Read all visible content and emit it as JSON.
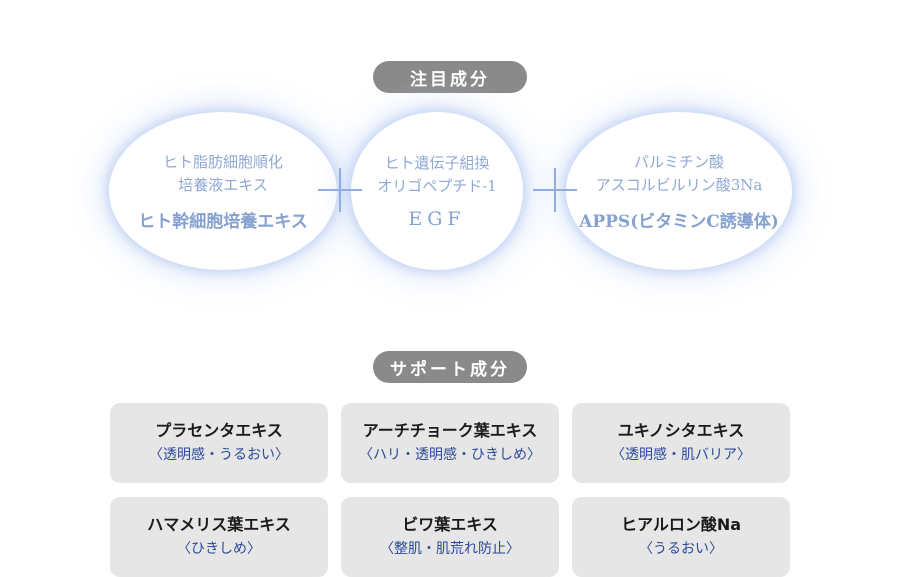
{
  "featured": {
    "label": "注目成分",
    "items": [
      {
        "line1": "ヒト脂肪細胞順化",
        "line2": "培養液エキス",
        "line3": "ヒト幹細胞培養エキス"
      },
      {
        "line1": "ヒト遺伝子組換",
        "line2": "オリゴペプチド-1",
        "line3": "EGF"
      },
      {
        "line1": "パルミチン酸",
        "line2": "アスコルビルリン酸3Na",
        "line3": "APPS(ビタミンC誘導体)"
      }
    ]
  },
  "support": {
    "label": "サポート成分",
    "items": [
      {
        "name": "プラセンタエキス",
        "benefit": "〈透明感・うるおい〉"
      },
      {
        "name": "アーチチョーク葉エキス",
        "benefit": "〈ハリ・透明感・ひきしめ〉"
      },
      {
        "name": "ユキノシタエキス",
        "benefit": "〈透明感・肌バリア〉"
      },
      {
        "name": "ハマメリス葉エキス",
        "benefit": "〈ひきしめ〉"
      },
      {
        "name": "ビワ葉エキス",
        "benefit": "〈整肌・肌荒れ防止〉"
      },
      {
        "name": "ヒアルロン酸Na",
        "benefit": "〈うるおい〉"
      }
    ]
  },
  "colors": {
    "pill": "#8a8a8a",
    "bubble_text": "#8fa9d4",
    "plus": "#8eaee0",
    "card_bg": "#e6e6e6",
    "benefit_text": "#2c4a9a"
  }
}
